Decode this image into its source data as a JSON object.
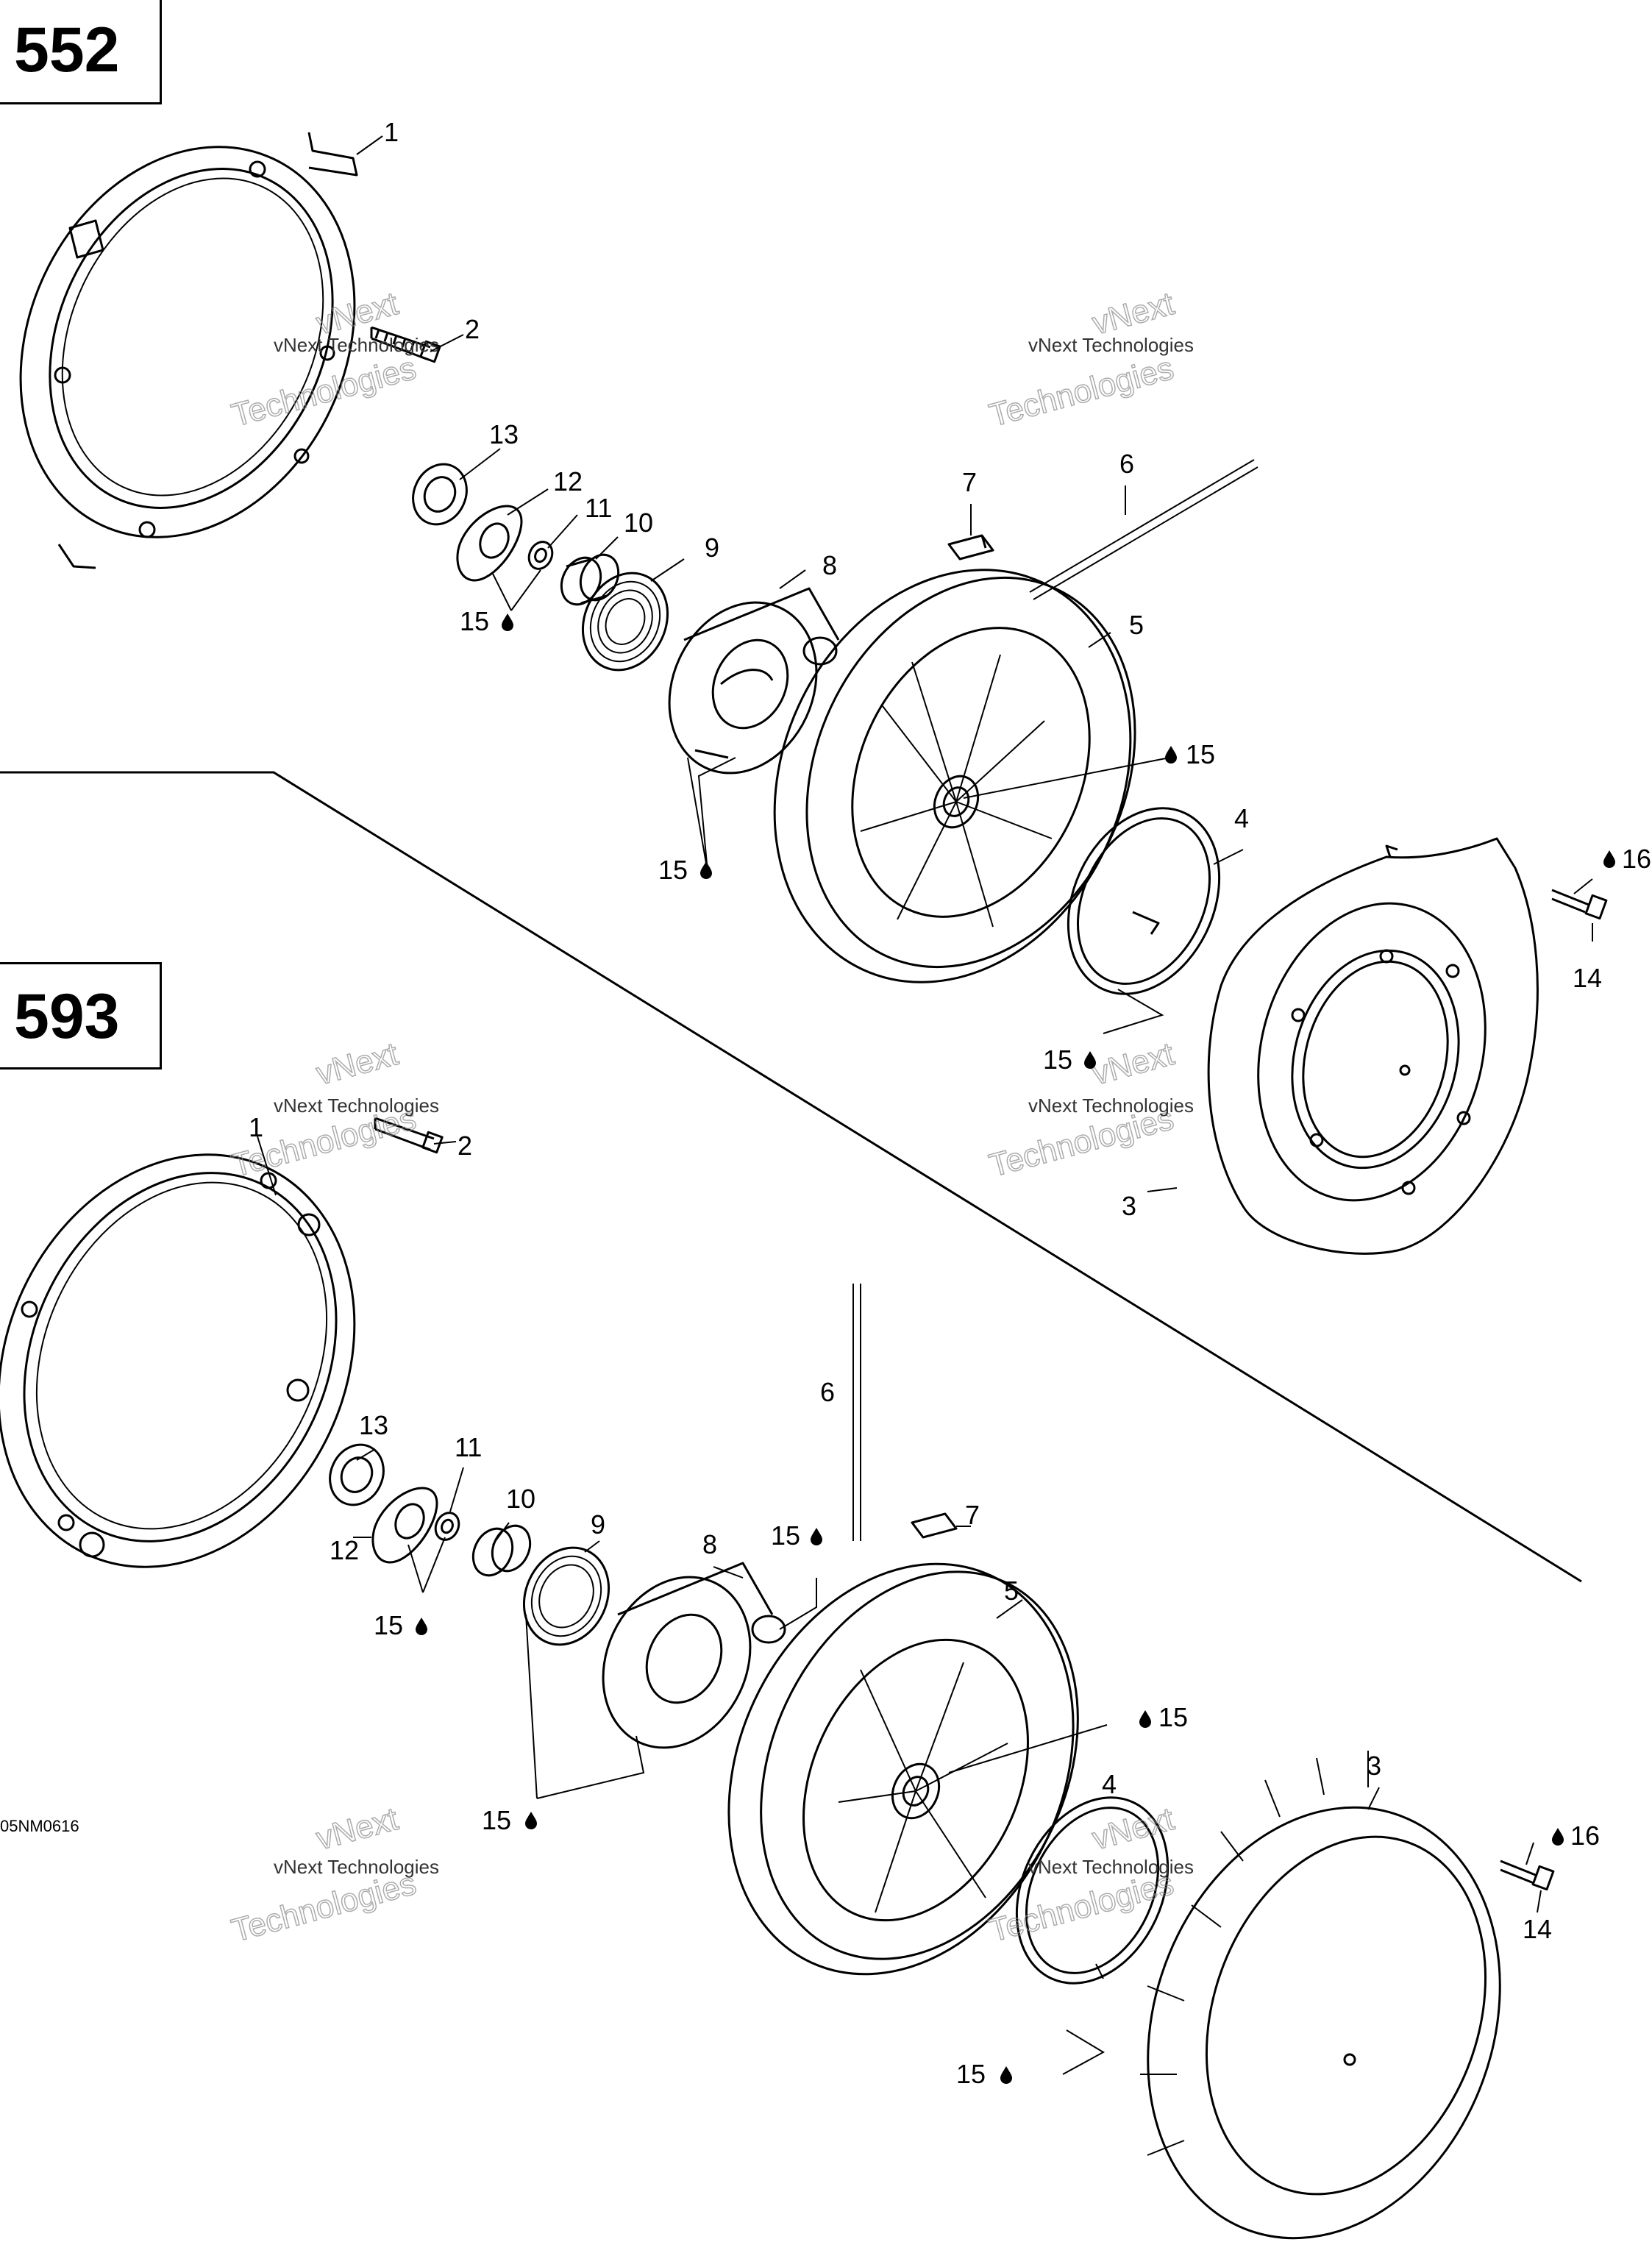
{
  "engines": [
    "552",
    "593"
  ],
  "figure_code": "05NM0616",
  "watermark": {
    "line1": "vNext Technologies",
    "line2": "vNext",
    "line3": "Technologies"
  },
  "drop_icon": "oil-drop-icon",
  "callouts_552": [
    {
      "id": "c552-1",
      "text": "1"
    },
    {
      "id": "c552-2",
      "text": "2"
    },
    {
      "id": "c552-3",
      "text": "3"
    },
    {
      "id": "c552-4",
      "text": "4"
    },
    {
      "id": "c552-5",
      "text": "5"
    },
    {
      "id": "c552-6",
      "text": "6"
    },
    {
      "id": "c552-7",
      "text": "7"
    },
    {
      "id": "c552-8",
      "text": "8"
    },
    {
      "id": "c552-9",
      "text": "9"
    },
    {
      "id": "c552-10",
      "text": "10"
    },
    {
      "id": "c552-11",
      "text": "11"
    },
    {
      "id": "c552-12",
      "text": "12"
    },
    {
      "id": "c552-13",
      "text": "13"
    },
    {
      "id": "c552-14",
      "text": "14"
    },
    {
      "id": "c552-15a",
      "text": "15"
    },
    {
      "id": "c552-15b",
      "text": "15"
    },
    {
      "id": "c552-15c",
      "text": "15"
    },
    {
      "id": "c552-15d",
      "text": "15"
    },
    {
      "id": "c552-16",
      "text": "16"
    }
  ],
  "callouts_593": [
    {
      "id": "c593-1",
      "text": "1"
    },
    {
      "id": "c593-2",
      "text": "2"
    },
    {
      "id": "c593-3",
      "text": "3"
    },
    {
      "id": "c593-4",
      "text": "4"
    },
    {
      "id": "c593-5",
      "text": "5"
    },
    {
      "id": "c593-6",
      "text": "6"
    },
    {
      "id": "c593-7",
      "text": "7"
    },
    {
      "id": "c593-8",
      "text": "8"
    },
    {
      "id": "c593-9",
      "text": "9"
    },
    {
      "id": "c593-10",
      "text": "10"
    },
    {
      "id": "c593-11",
      "text": "11"
    },
    {
      "id": "c593-12",
      "text": "12"
    },
    {
      "id": "c593-13",
      "text": "13"
    },
    {
      "id": "c593-14",
      "text": "14"
    },
    {
      "id": "c593-15a",
      "text": "15"
    },
    {
      "id": "c593-15b",
      "text": "15"
    },
    {
      "id": "c593-15c",
      "text": "15"
    },
    {
      "id": "c593-15d",
      "text": "15"
    },
    {
      "id": "c593-15e",
      "text": "15"
    },
    {
      "id": "c593-16",
      "text": "16"
    }
  ]
}
